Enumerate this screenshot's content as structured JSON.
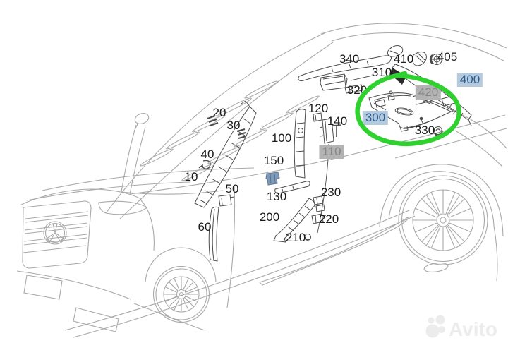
{
  "diagram": {
    "description": "Mercedes-Benz GLE SUV pillar-trim parts exploded diagram with numbered callouts",
    "colors": {
      "highlight_ellipse": "#2fd12f",
      "label_text": "#1b1b1b",
      "selected_label_bg": "#b5cbdd",
      "selected_label_text": "#2a5d92",
      "ghost_label_bg": "#b3b3b3",
      "ghost_label_text": "#858585",
      "part_line": "#4b4b4b",
      "car_line": "#a9a9a9",
      "blue_clip_fill": "#7e9bb8"
    },
    "icons": {
      "brand_emblem": "mercedes-star-icon",
      "annotation": "green-highlight-ellipse",
      "watermark_logo": "avito-logo-icon"
    }
  },
  "labels": [
    {
      "text": "20",
      "style": "plain"
    },
    {
      "text": "30",
      "style": "plain"
    },
    {
      "text": "40",
      "style": "plain"
    },
    {
      "text": "10",
      "style": "plain"
    },
    {
      "text": "50",
      "style": "plain"
    },
    {
      "text": "60",
      "style": "plain"
    },
    {
      "text": "100",
      "style": "plain"
    },
    {
      "text": "150",
      "style": "plain"
    },
    {
      "text": "120",
      "style": "plain"
    },
    {
      "text": "140",
      "style": "plain"
    },
    {
      "text": "110",
      "style": "gray-box"
    },
    {
      "text": "130",
      "style": "plain"
    },
    {
      "text": "230",
      "style": "plain"
    },
    {
      "text": "200",
      "style": "plain"
    },
    {
      "text": "220",
      "style": "plain"
    },
    {
      "text": "210",
      "style": "plain"
    },
    {
      "text": "340",
      "style": "plain"
    },
    {
      "text": "310",
      "style": "plain"
    },
    {
      "text": "320",
      "style": "plain"
    },
    {
      "text": "410",
      "style": "plain"
    },
    {
      "text": "405",
      "style": "plain"
    },
    {
      "text": "400",
      "style": "blue-box"
    },
    {
      "text": "420",
      "style": "gray-box"
    },
    {
      "text": "300",
      "style": "blue-box"
    },
    {
      "text": "330",
      "style": "plain"
    }
  ],
  "watermark": {
    "text": "Avito"
  }
}
